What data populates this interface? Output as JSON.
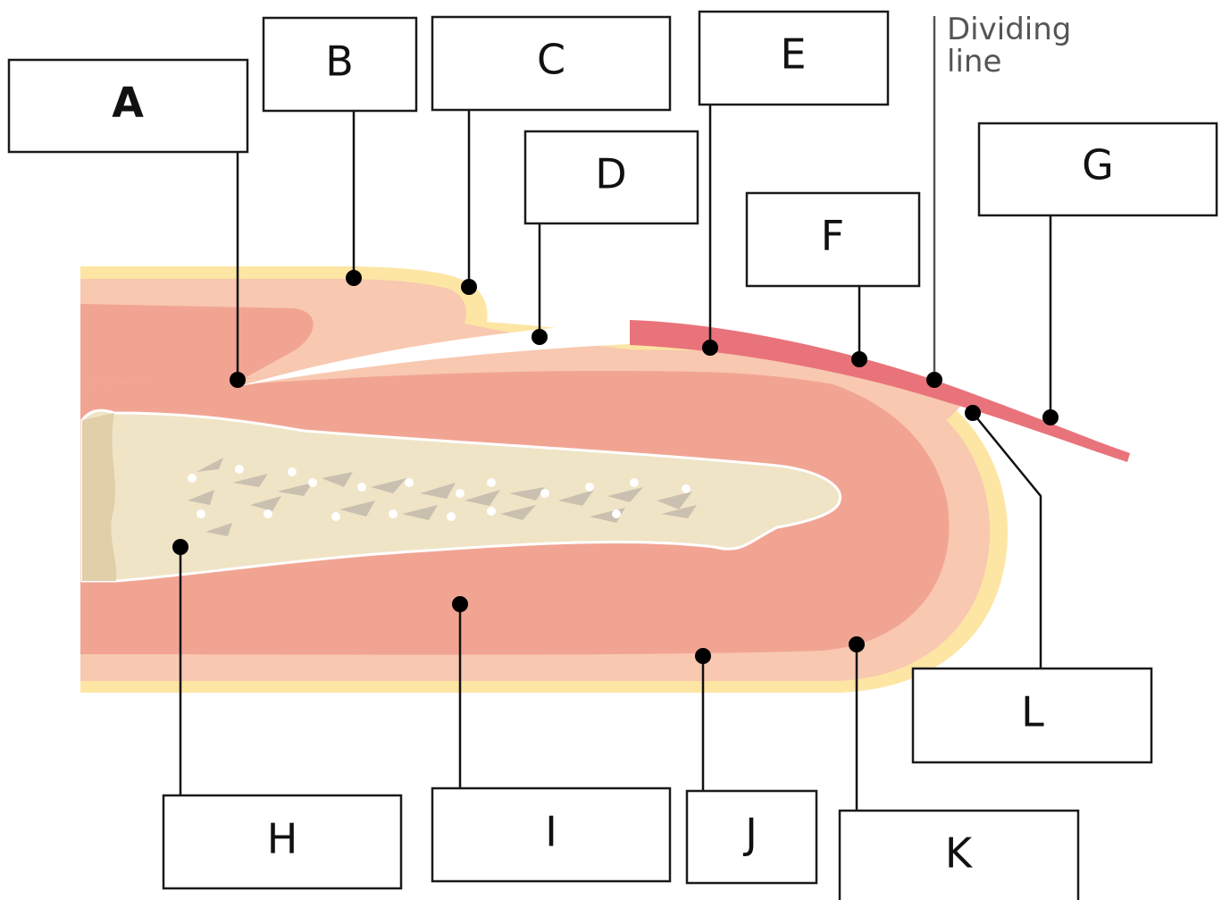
{
  "labels": {
    "a": "A",
    "b": "B",
    "c": "C",
    "d": "D",
    "e": "E",
    "f": "F",
    "g": "G",
    "h": "H",
    "i": "I",
    "j": "J",
    "k": "K",
    "l": "L"
  },
  "annotation": {
    "line1": "Dividing",
    "line2": "line"
  },
  "colors": {
    "outer_skin": "#f8c8b0",
    "yellow_layer": "#fde5a4",
    "dermis": "#f2a493",
    "bone": "#f0e4c6",
    "nail_pink": "#e9737b",
    "cuticle": "#ffffff"
  }
}
